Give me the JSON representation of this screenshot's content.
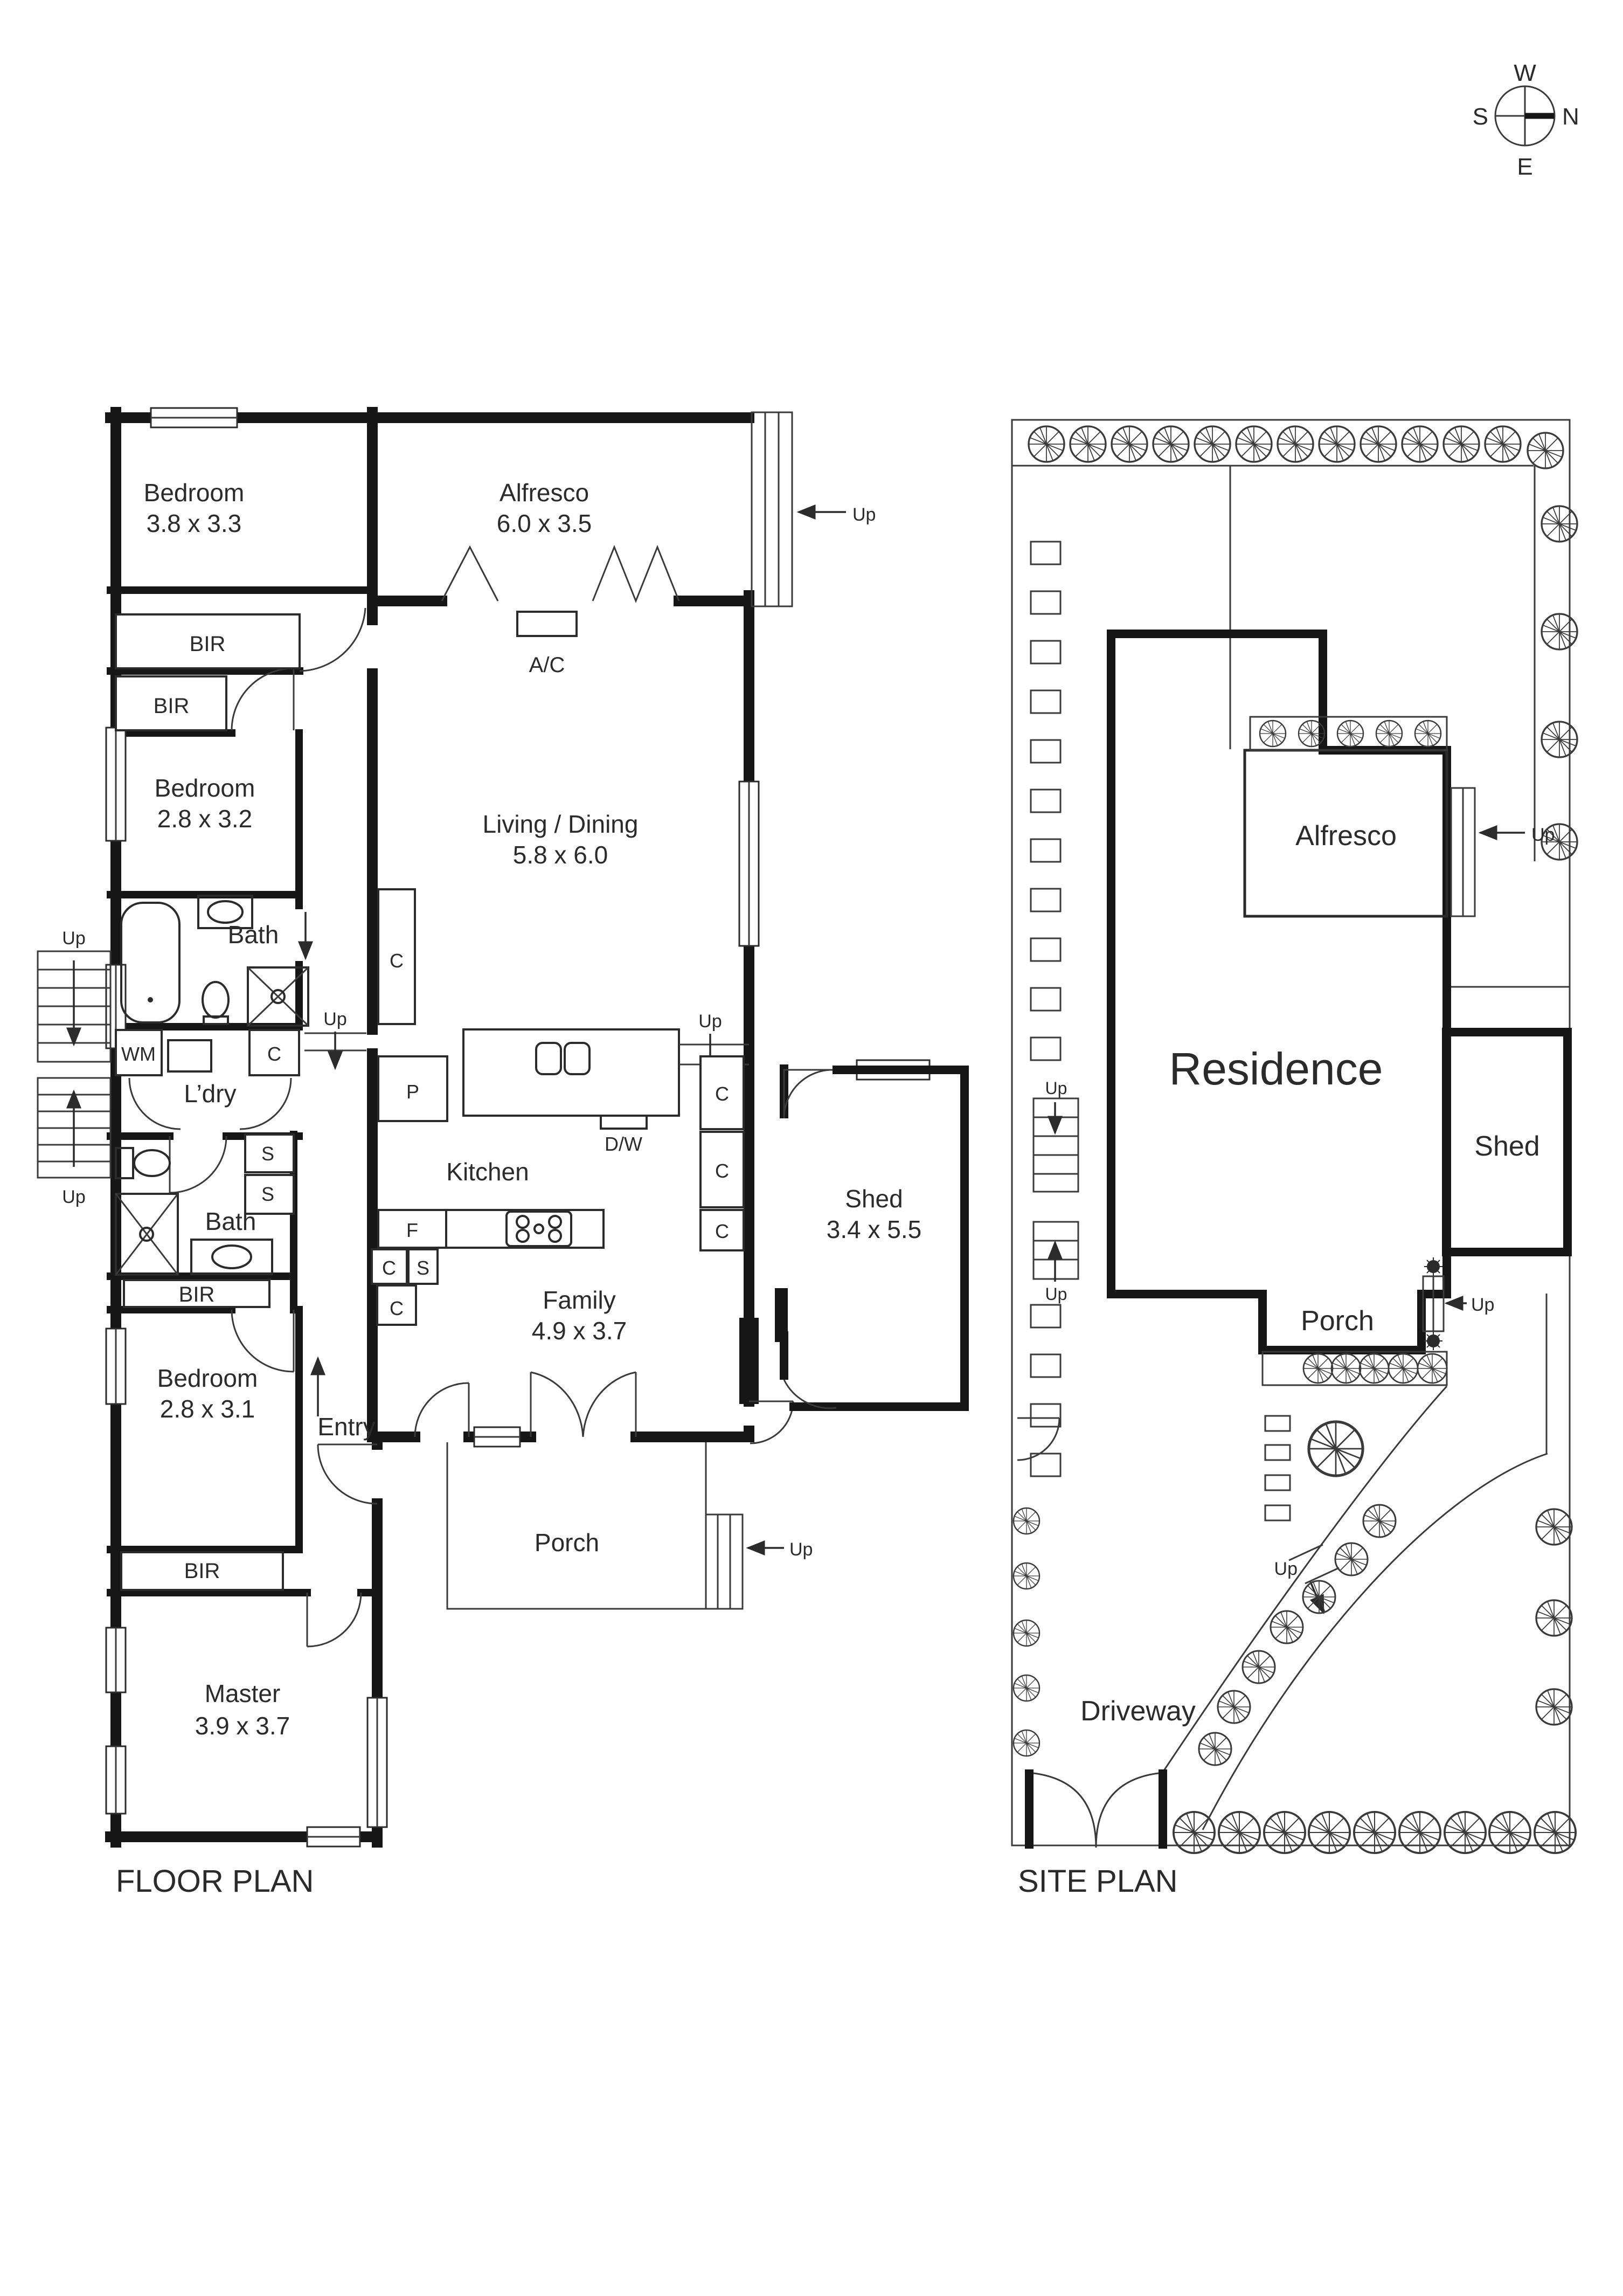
{
  "compass": {
    "w": "W",
    "n": "N",
    "e": "E",
    "s": "S"
  },
  "floor_plan": {
    "title": "FLOOR PLAN",
    "up": "Up",
    "rooms": {
      "bedroom1": {
        "name": "Bedroom",
        "dims": "3.8 x 3.3"
      },
      "alfresco": {
        "name": "Alfresco",
        "dims": "6.0 x 3.5"
      },
      "living": {
        "name": "Living / Dining",
        "dims": "5.8 x 6.0"
      },
      "bedroom2": {
        "name": "Bedroom",
        "dims": "2.8 x 3.2"
      },
      "bath1": {
        "name": "Bath"
      },
      "ldry": {
        "name": "L’dry"
      },
      "kitchen": {
        "name": "Kitchen"
      },
      "family": {
        "name": "Family",
        "dims": "4.9 x 3.7"
      },
      "shed": {
        "name": "Shed",
        "dims": "3.4 x 5.5"
      },
      "bath2": {
        "name": "Bath"
      },
      "bedroom3": {
        "name": "Bedroom",
        "dims": "2.8 x 3.1"
      },
      "entry": {
        "name": "Entry"
      },
      "porch": {
        "name": "Porch"
      },
      "master": {
        "name": "Master",
        "dims": "3.9 x 3.7"
      }
    },
    "fixtures": {
      "bir": "BIR",
      "wm": "WM",
      "cupboard": "C",
      "pantry": "P",
      "shelf": "S",
      "fridge": "F",
      "dishwasher": "D/W",
      "aircon": "A/C"
    }
  },
  "site_plan": {
    "title": "SITE PLAN",
    "up": "Up",
    "areas": {
      "alfresco": "Alfresco",
      "residence": "Residence",
      "shed": "Shed",
      "porch": "Porch",
      "driveway": "Driveway"
    }
  }
}
